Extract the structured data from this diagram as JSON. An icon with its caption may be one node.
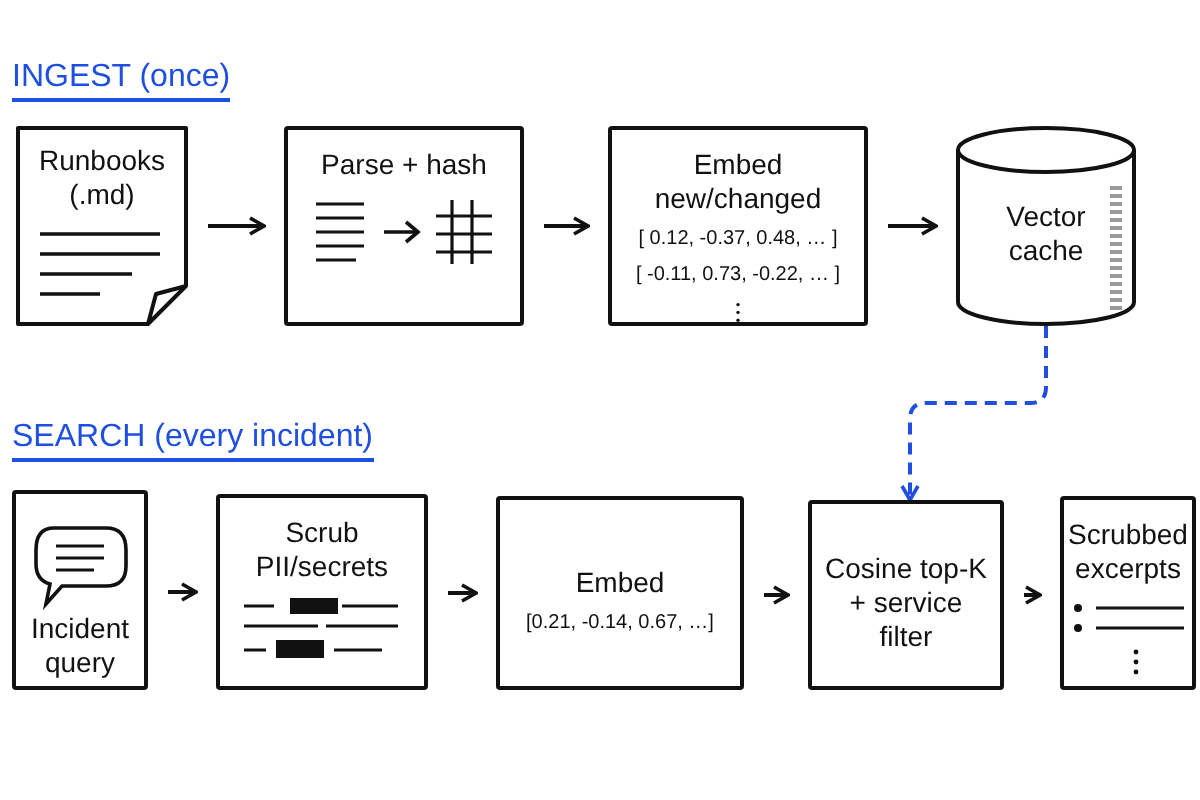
{
  "diagram": {
    "nodes": [
      {
        "text": [
          "Runbooks (.md)"
        ]
      },
      {
        "text": [
          "Parse + hash"
        ]
      },
      {
        "text": [
          "Embed new/changed",
          "[ 0.12, -0.37, 0.48, … ]",
          "[ -0.11, 0.73, -0.22, … ]"
        ]
      },
      {
        "text": [
          "Vector cache"
        ]
      },
      {
        "text": [
          "Incident query"
        ]
      },
      {
        "text": [
          "Scrub PII/secrets"
        ]
      },
      {
        "text": [
          "Embed",
          "[0.21, -0.14, 0.67, …]"
        ]
      },
      {
        "text": [
          "Cosine top-K + service filter"
        ]
      },
      {
        "text": [
          "Scrubbed excerpts"
        ]
      }
    ],
    "edges": [
      {
        "from": 0,
        "to": 1,
        "arrow": "to"
      },
      {
        "from": 1,
        "to": 2,
        "arrow": "to"
      },
      {
        "from": 2,
        "to": 3,
        "arrow": "to"
      },
      {
        "from": 3,
        "to": 7,
        "arrow": "to",
        "style": "dashed",
        "color": "#1f4fe0"
      },
      {
        "from": 4,
        "to": 5,
        "arrow": "to"
      },
      {
        "from": 5,
        "to": 6,
        "arrow": "to"
      },
      {
        "from": 6,
        "to": 7,
        "arrow": "to"
      },
      {
        "from": 7,
        "to": 8,
        "arrow": "to"
      }
    ],
    "labels": [
      "INGEST (once)",
      "SEARCH (every incident)"
    ]
  }
}
